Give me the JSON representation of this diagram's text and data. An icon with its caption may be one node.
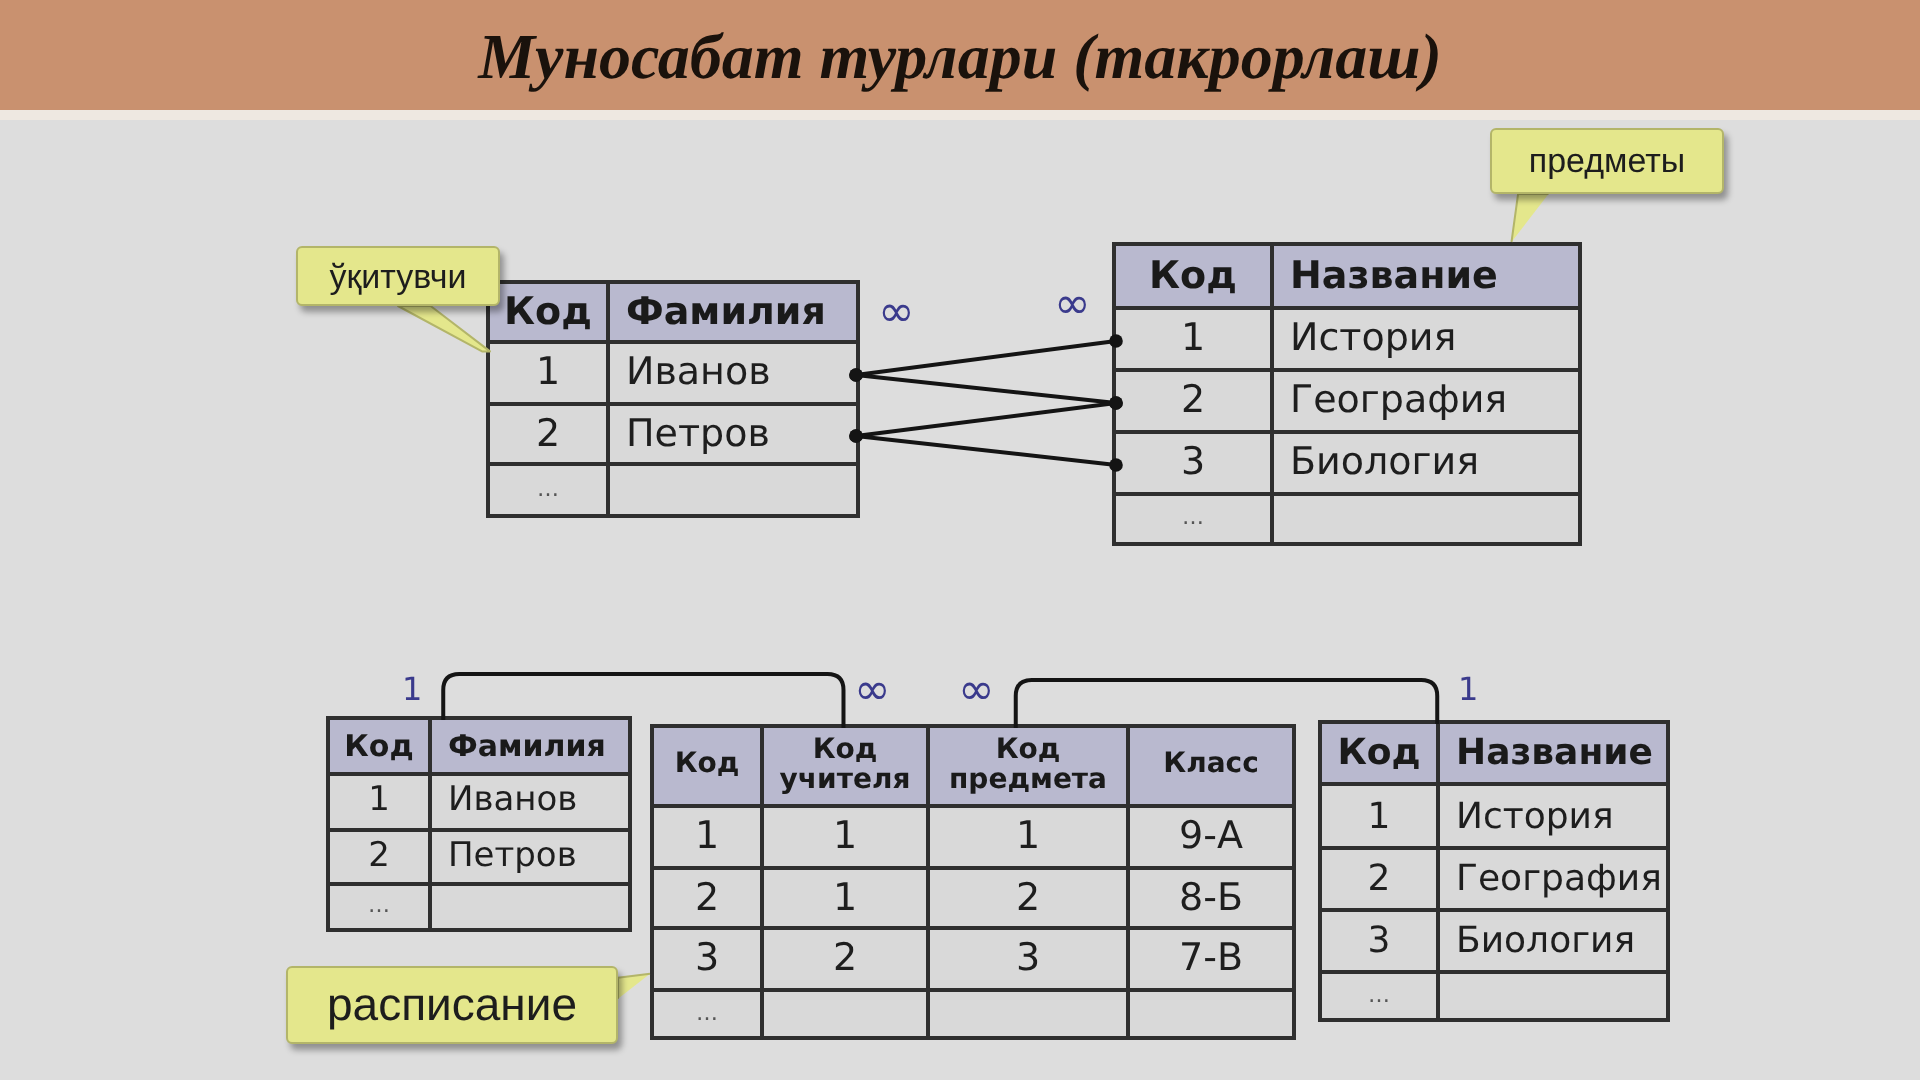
{
  "diagram": {
    "title": "Муносабат турлари (такрорлаш)",
    "nodes": [
      {
        "text": [
          "ўқитувчи"
        ]
      },
      {
        "text": [],
        "shape": "table"
      },
      {
        "text": [
          "Код",
          "Фамилия"
        ],
        "in": 1
      },
      {
        "text": [
          "1",
          "Иванов"
        ],
        "in": 1
      },
      {
        "text": [
          "2",
          "Петров"
        ],
        "in": 1
      },
      {
        "text": [
          "…"
        ],
        "in": 1
      },
      {
        "text": [
          "предметы"
        ]
      },
      {
        "text": [],
        "shape": "table"
      },
      {
        "text": [
          "Код",
          "Название"
        ],
        "in": 7
      },
      {
        "text": [
          "1",
          "История"
        ],
        "in": 7
      },
      {
        "text": [
          "2",
          "География"
        ],
        "in": 7
      },
      {
        "text": [
          "3",
          "Биология"
        ],
        "in": 7
      },
      {
        "text": [
          "…"
        ],
        "in": 7
      },
      {
        "text": [],
        "shape": "table"
      },
      {
        "text": [
          "Код",
          "Фамилия"
        ],
        "in": 13
      },
      {
        "text": [
          "1",
          "Иванов"
        ],
        "in": 13
      },
      {
        "text": [
          "2",
          "Петров"
        ],
        "in": 13
      },
      {
        "text": [
          "…"
        ],
        "in": 13
      },
      {
        "text": [],
        "shape": "table"
      },
      {
        "text": [
          "Код",
          "Код учителя",
          "Код предмета",
          "Класс"
        ],
        "in": 18
      },
      {
        "text": [
          "1",
          "1",
          "1",
          "9-А"
        ],
        "in": 18
      },
      {
        "text": [
          "2",
          "1",
          "2",
          "8-Б"
        ],
        "in": 18
      },
      {
        "text": [
          "3",
          "2",
          "3",
          "7-В"
        ],
        "in": 18
      },
      {
        "text": [
          "…"
        ],
        "in": 18
      },
      {
        "text": [],
        "shape": "table"
      },
      {
        "text": [
          "Код",
          "Название"
        ],
        "in": 24
      },
      {
        "text": [
          "1",
          "История"
        ],
        "in": 24
      },
      {
        "text": [
          "2",
          "География"
        ],
        "in": 24
      },
      {
        "text": [
          "3",
          "Биология"
        ],
        "in": 24
      },
      {
        "text": [
          "…"
        ],
        "in": 24
      },
      {
        "text": [
          "расписание"
        ]
      }
    ],
    "edges": [
      {
        "from": 0,
        "to": 1,
        "arrow": "none",
        "color": "#b3b569"
      },
      {
        "from": 3,
        "to": 9,
        "arrow": "other"
      },
      {
        "from": 3,
        "to": 10,
        "arrow": "other"
      },
      {
        "from": 4,
        "to": 10,
        "arrow": "other"
      },
      {
        "from": 4,
        "to": 11,
        "arrow": "other"
      },
      {
        "from": 6,
        "to": 7,
        "arrow": "to",
        "color": "#b3b569"
      },
      {
        "from": 14,
        "to": 19,
        "arrow": "none"
      },
      {
        "from": 19,
        "to": 25,
        "arrow": "none"
      },
      {
        "from": 30,
        "to": 18,
        "arrow": "to",
        "color": "#b3b569"
      }
    ],
    "labels": [
      "∞",
      "∞",
      "1",
      "∞",
      "∞",
      "1"
    ]
  }
}
